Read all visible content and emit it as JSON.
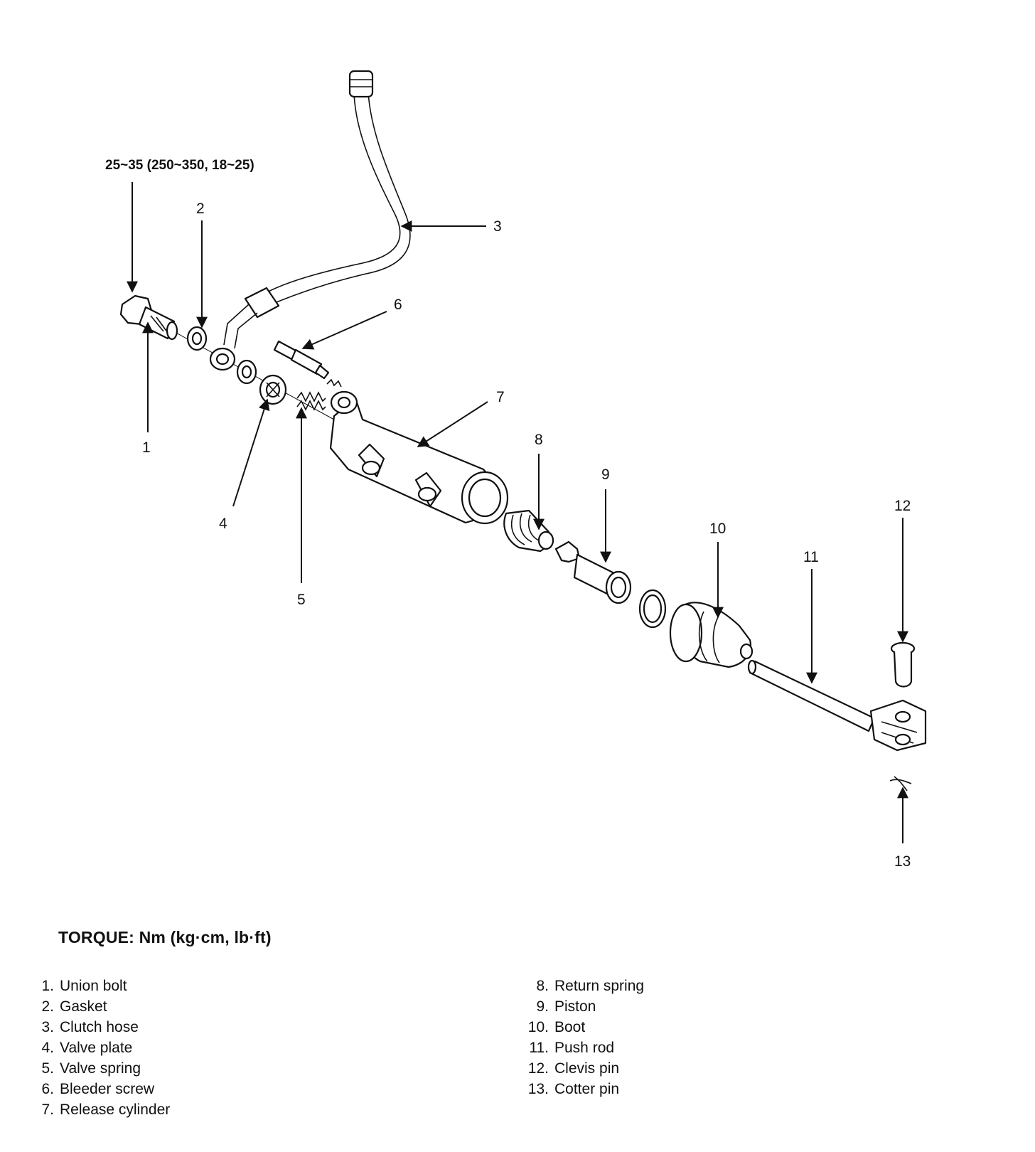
{
  "diagram": {
    "torque_spec": "25~35 (250~350, 18~25)",
    "callouts": [
      "1",
      "2",
      "3",
      "4",
      "5",
      "6",
      "7",
      "8",
      "9",
      "10",
      "11",
      "12",
      "13"
    ]
  },
  "torque_heading": "TORQUE: Nm (kg·cm, lb·ft)",
  "legend_left": [
    {
      "num": "1.",
      "label": "Union bolt"
    },
    {
      "num": "2.",
      "label": "Gasket"
    },
    {
      "num": "3.",
      "label": "Clutch hose"
    },
    {
      "num": "4.",
      "label": "Valve plate"
    },
    {
      "num": "5.",
      "label": "Valve spring"
    },
    {
      "num": "6.",
      "label": "Bleeder screw"
    },
    {
      "num": "7.",
      "label": "Release cylinder"
    }
  ],
  "legend_right": [
    {
      "num": "8.",
      "label": "Return spring"
    },
    {
      "num": "9.",
      "label": "Piston"
    },
    {
      "num": "10.",
      "label": "Boot"
    },
    {
      "num": "11.",
      "label": "Push rod"
    },
    {
      "num": "12.",
      "label": "Clevis pin"
    },
    {
      "num": "13.",
      "label": "Cotter pin"
    }
  ]
}
